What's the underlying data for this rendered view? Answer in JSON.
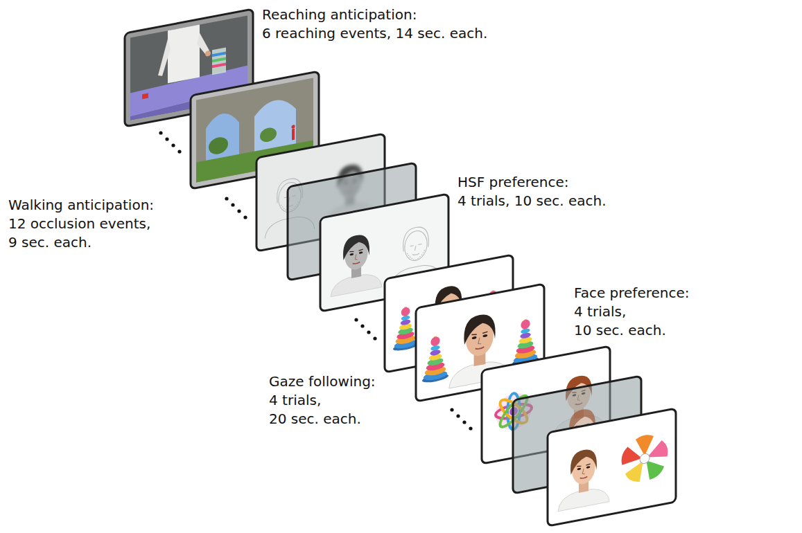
{
  "diagram": {
    "labels": [
      "Reaching anticipation: 6 reaching events, 14 sec. each.",
      "Walking anticipation: 12 occlusion events, 9 sec. each.",
      "HSF preference: 4 trials, 10 sec. each.",
      "Gaze following: 4 trials, 20 sec. each.",
      "Face preference: 4 trials, 10 sec. each."
    ]
  }
}
